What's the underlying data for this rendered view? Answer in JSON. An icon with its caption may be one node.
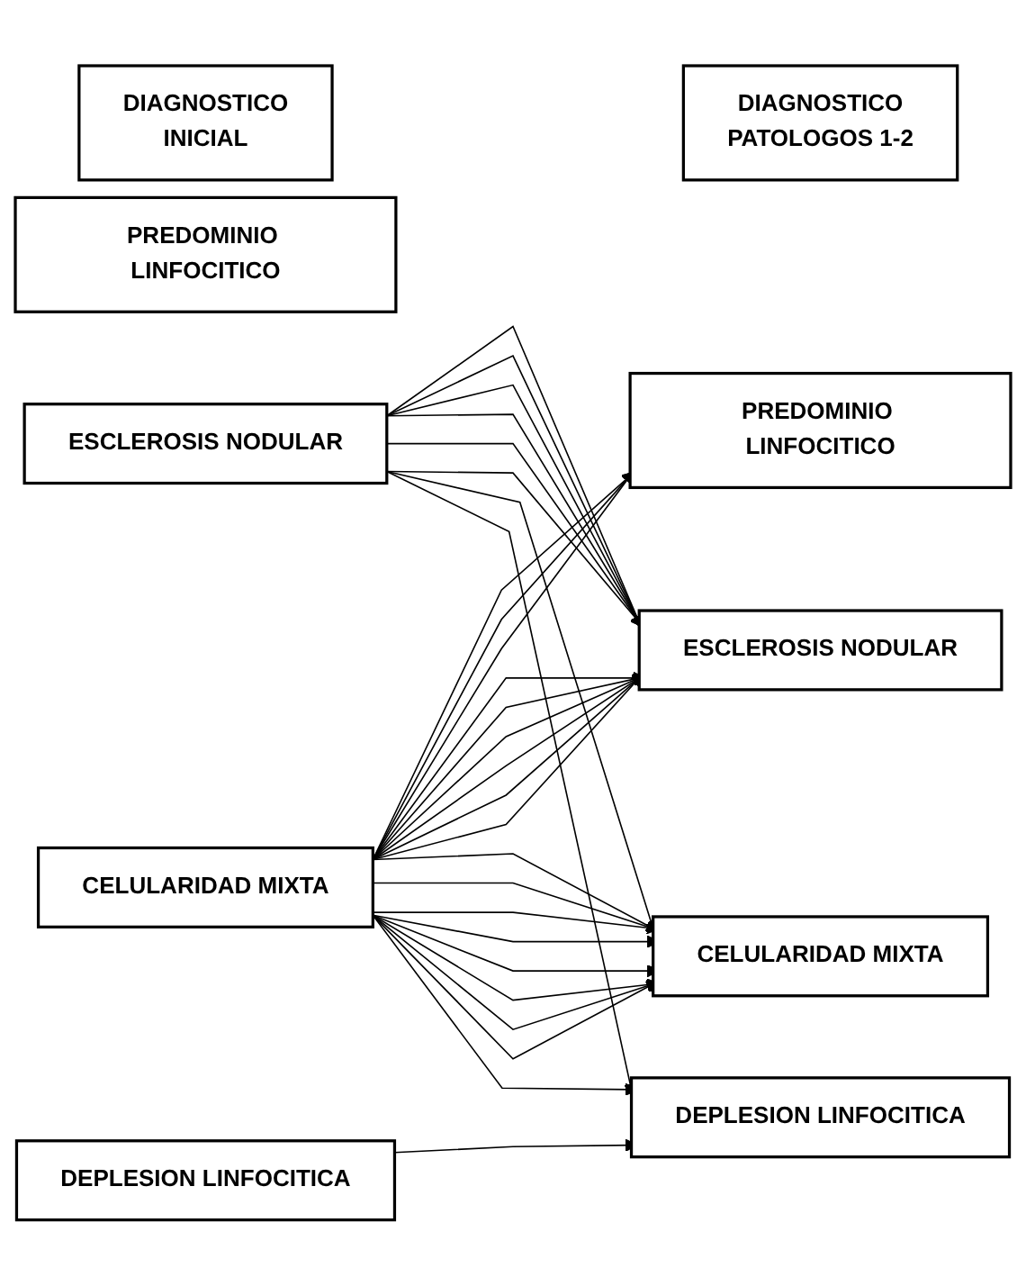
{
  "diagram": {
    "nodes": [
      {
        "text": [
          "DIAGNOSTICO",
          "INICIAL"
        ]
      },
      {
        "text": [
          "PREDOMINIO LINFOCITICO"
        ]
      },
      {
        "text": [
          "ESCLEROSIS NODULAR"
        ]
      },
      {
        "text": [
          "CELULARIDAD MIXTA"
        ]
      },
      {
        "text": [
          "DEPLESION LINFOCITICA"
        ]
      },
      {
        "text": [
          "DIAGNOSTICO",
          "PATOLOGOS 1-2"
        ]
      },
      {
        "text": [
          "PREDOMINIO LINFOCITICO"
        ]
      },
      {
        "text": [
          "ESCLEROSIS NODULAR"
        ]
      },
      {
        "text": [
          "CELULARIDAD MIXTA"
        ]
      },
      {
        "text": [
          "DEPLESION LINFOCITICA"
        ]
      }
    ],
    "edges": [
      {
        "from": 3,
        "to": 6,
        "arrow": "to"
      },
      {
        "from": 3,
        "to": 6,
        "arrow": "to"
      },
      {
        "from": 3,
        "to": 6,
        "arrow": "to"
      },
      {
        "from": 2,
        "to": 7,
        "arrow": "to"
      },
      {
        "from": 2,
        "to": 7,
        "arrow": "to"
      },
      {
        "from": 2,
        "to": 7,
        "arrow": "to"
      },
      {
        "from": 2,
        "to": 7,
        "arrow": "to"
      },
      {
        "from": 2,
        "to": 7,
        "arrow": "to"
      },
      {
        "from": 2,
        "to": 7,
        "arrow": "to"
      },
      {
        "from": 3,
        "to": 7,
        "arrow": "to"
      },
      {
        "from": 3,
        "to": 7,
        "arrow": "to"
      },
      {
        "from": 3,
        "to": 7,
        "arrow": "to"
      },
      {
        "from": 3,
        "to": 7,
        "arrow": "to"
      },
      {
        "from": 3,
        "to": 7,
        "arrow": "to"
      },
      {
        "from": 3,
        "to": 7,
        "arrow": "to"
      },
      {
        "from": 2,
        "to": 8,
        "arrow": "to"
      },
      {
        "from": 3,
        "to": 8,
        "arrow": "to"
      },
      {
        "from": 3,
        "to": 8,
        "arrow": "to"
      },
      {
        "from": 3,
        "to": 8,
        "arrow": "to"
      },
      {
        "from": 3,
        "to": 8,
        "arrow": "to"
      },
      {
        "from": 3,
        "to": 8,
        "arrow": "to"
      },
      {
        "from": 3,
        "to": 8,
        "arrow": "to"
      },
      {
        "from": 3,
        "to": 8,
        "arrow": "to"
      },
      {
        "from": 3,
        "to": 8,
        "arrow": "to"
      },
      {
        "from": 2,
        "to": 9,
        "arrow": "to"
      },
      {
        "from": 3,
        "to": 9,
        "arrow": "to"
      },
      {
        "from": 4,
        "to": 9,
        "arrow": "to"
      }
    ]
  }
}
